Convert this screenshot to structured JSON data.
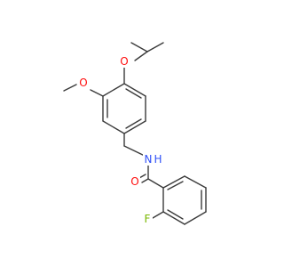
{
  "colors": {
    "bond": "#3a3a3a",
    "oxygen": "#ff0d0d",
    "nitrogen": "#3050f8",
    "fluorine": "#7ab800",
    "background": "#ffffff"
  },
  "molecule": {
    "atoms": {
      "o_isopropoxy": "O",
      "o_methoxy": "O",
      "n_amide": "N",
      "h_amide": "H",
      "o_carbonyl": "O",
      "f_fluoro": "F"
    }
  }
}
